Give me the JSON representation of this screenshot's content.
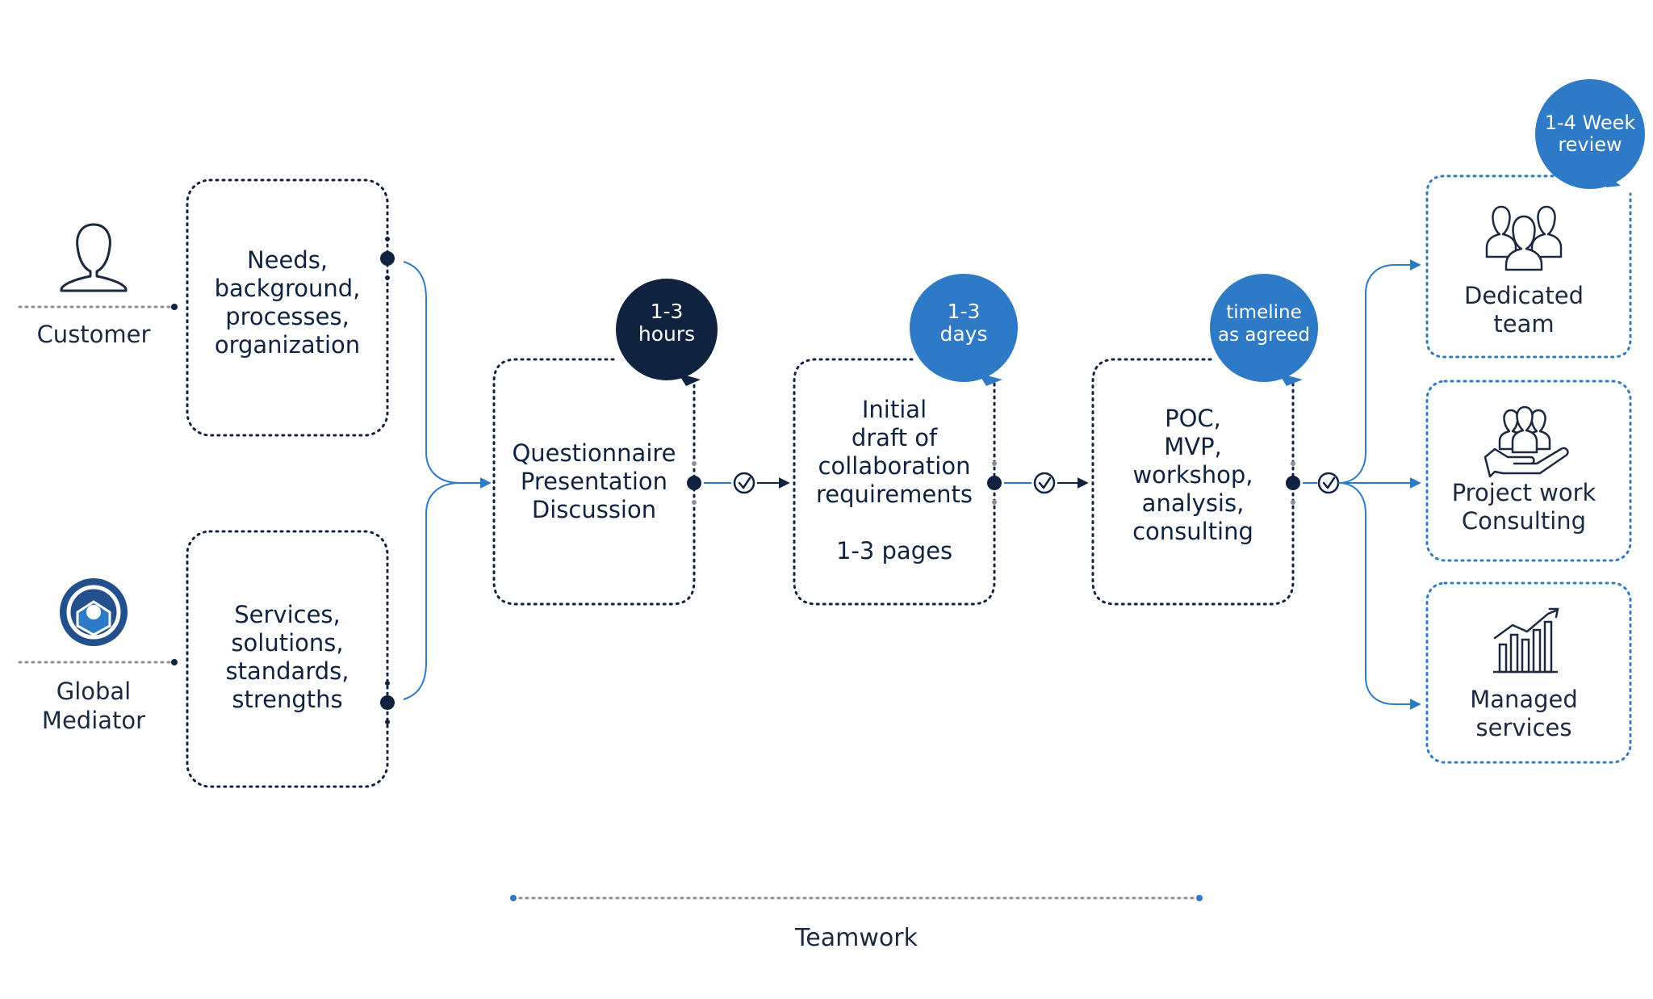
{
  "actors": {
    "customer": "Customer",
    "mediator": [
      "Global",
      "Mediator"
    ]
  },
  "inputs": {
    "needs": [
      "Needs,",
      "background,",
      "processes,",
      "organization"
    ],
    "services": [
      "Services,",
      "solutions,",
      "standards,",
      "strengths"
    ]
  },
  "steps": [
    {
      "lines": [
        "Questionnaire",
        "Presentation",
        "Discussion"
      ],
      "bubble": [
        "1-3",
        "hours"
      ]
    },
    {
      "lines": [
        "Initial",
        "draft of",
        "collaboration",
        "requirements",
        "",
        "1-3 pages"
      ],
      "bubble": [
        "1-3",
        "days"
      ]
    },
    {
      "lines": [
        "POC,",
        "MVP,",
        "workshop,",
        "analysis,",
        "consulting"
      ],
      "bubble": [
        "timeline",
        "as agreed"
      ]
    }
  ],
  "outcomes": [
    {
      "lines": [
        "Dedicated",
        "team"
      ],
      "icon": "team-icon"
    },
    {
      "lines": [
        "Project work",
        "Consulting"
      ],
      "icon": "hand-people-icon"
    },
    {
      "lines": [
        "Managed",
        "services"
      ],
      "icon": "bar-chart-icon"
    }
  ],
  "review_bubble": [
    "1-4 Week",
    "review"
  ],
  "footer": {
    "label": "Teamwork"
  },
  "colors": {
    "navy": "#0f2341",
    "blue": "#2e7ac6",
    "grey": "#8a8f99"
  }
}
